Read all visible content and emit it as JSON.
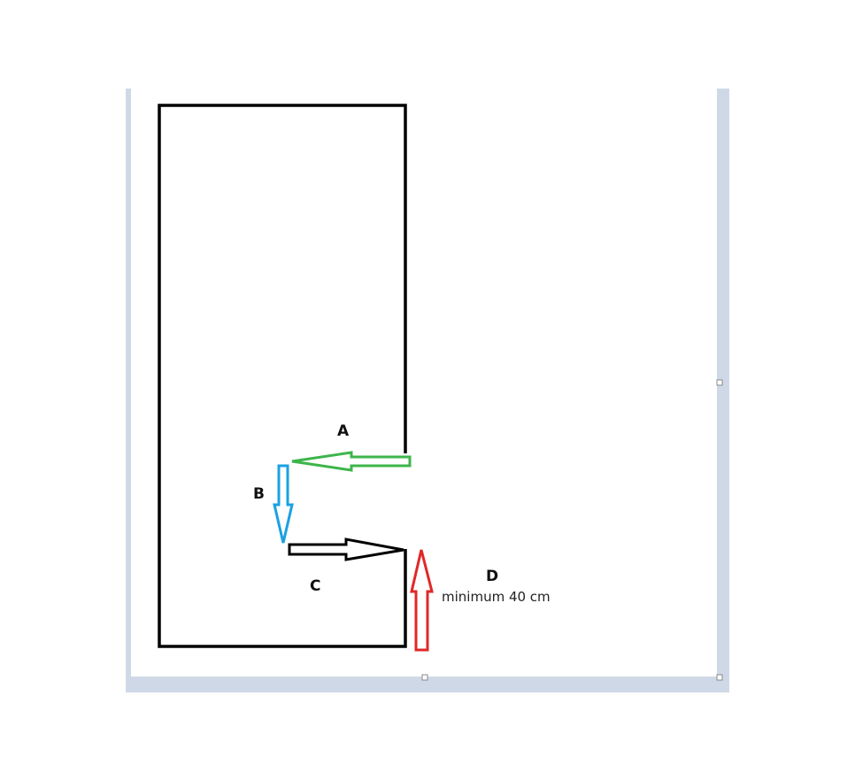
{
  "labels": {
    "a": "A",
    "b": "B",
    "c": "C",
    "d": "D",
    "d_note": "minimum 40 cm"
  },
  "colors": {
    "page_shadow": "#cfd8e6",
    "page_border": "#c9d2df",
    "outline": "#000000",
    "arrow_a": "#3cb54a",
    "arrow_b": "#1ba1e2",
    "arrow_c": "#000000",
    "arrow_d": "#e02828",
    "handle": "#8a8a8a"
  },
  "icons": {
    "arrow_a": "arrow-left-icon",
    "arrow_b": "arrow-down-icon",
    "arrow_c": "arrow-right-icon",
    "arrow_d": "arrow-up-icon"
  }
}
